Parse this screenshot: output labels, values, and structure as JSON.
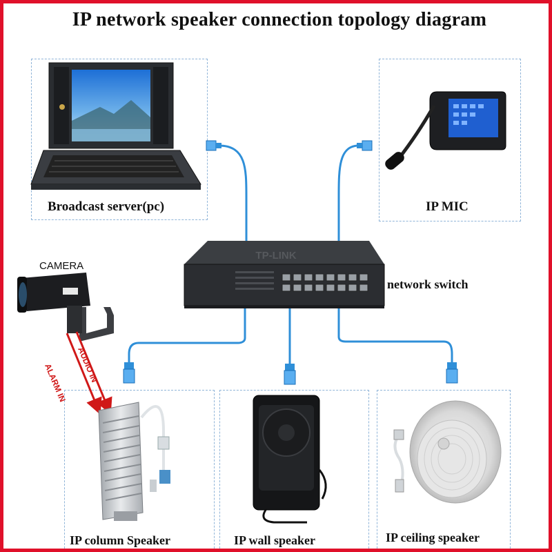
{
  "title": "IP network speaker connection topology diagram",
  "nodes": {
    "server": "Broadcast server(pc)",
    "mic": "IP MIC",
    "switch": "network switch",
    "camera": "CAMERA",
    "column": "IP column Speaker",
    "wall": "IP wall speaker",
    "ceiling": "IP ceiling speaker"
  },
  "signals": {
    "alarm": "ALARM IN",
    "audio": "AUDIO IN"
  },
  "switch_brand": "TP-LINK",
  "colors": {
    "frame": "#e0102a",
    "cable": "#2f8fd8",
    "box_border": "#8fb4d8",
    "signal_arrow": "#d01818"
  }
}
